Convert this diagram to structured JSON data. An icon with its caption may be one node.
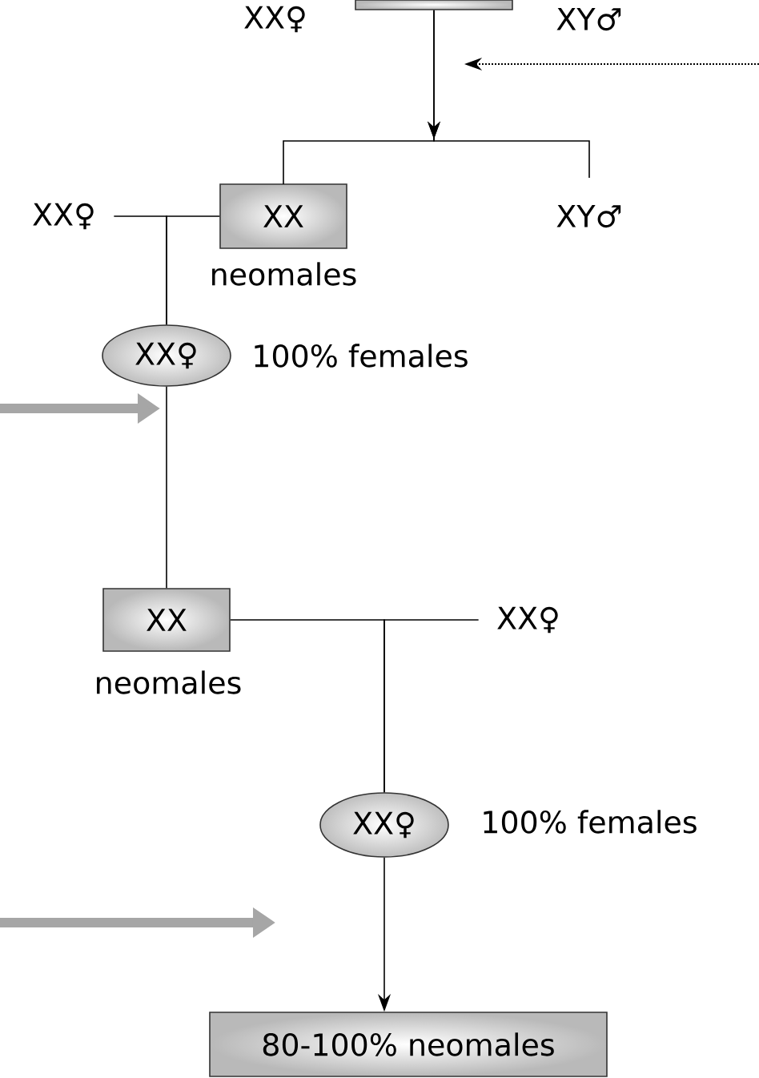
{
  "diagram": {
    "nodes": [
      {
        "text": [
          "XX♀"
        ]
      },
      {
        "text": [],
        "shape": "box"
      },
      {
        "text": [
          "XY♂"
        ]
      },
      {
        "text": [
          "XX"
        ],
        "beside": [
          "neomales"
        ]
      },
      {
        "text": [
          "XY♂"
        ]
      },
      {
        "text": [
          "XX♀"
        ]
      },
      {
        "text": [
          "XX♀"
        ],
        "beside": [
          "100% females"
        ]
      },
      {
        "text": [
          "XX"
        ],
        "beside": [
          "neomales"
        ]
      },
      {
        "text": [
          "XX♀"
        ]
      },
      {
        "text": [
          "XX♀"
        ],
        "beside": [
          "100% females"
        ]
      },
      {
        "text": [
          "80-100% neomales"
        ]
      }
    ],
    "edges": [
      {
        "from": 1,
        "to": 3,
        "arrow": "to"
      },
      {
        "from": 1,
        "to": 4,
        "arrow": "to"
      },
      {
        "from": 5,
        "to": 6,
        "arrow": "none"
      },
      {
        "from": 3,
        "to": 6,
        "arrow": "none"
      },
      {
        "from": 6,
        "to": 7,
        "arrow": "none"
      },
      {
        "from": 7,
        "to": 9,
        "arrow": "none"
      },
      {
        "from": 8,
        "to": 9,
        "arrow": "none"
      },
      {
        "from": 9,
        "to": 10,
        "arrow": "to"
      }
    ]
  }
}
